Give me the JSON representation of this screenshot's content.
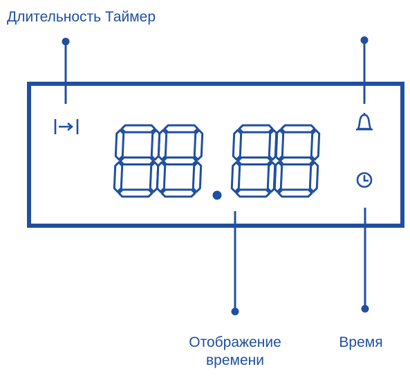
{
  "labels": {
    "duration_timer": "Длительность Таймер",
    "time_display_line1": "Отображение",
    "time_display_line2": "времени",
    "time": "Время"
  },
  "display": {
    "digits": [
      "8",
      "8",
      "8",
      "8"
    ],
    "separator": "."
  },
  "icons": {
    "duration": "duration-arrow-icon",
    "timer": "bell-icon",
    "clock": "clock-icon"
  },
  "colors": {
    "frame": "#1f4fa0",
    "segment": "#1f4fa0",
    "label": "#1f4fa0",
    "background": "#ffffff"
  }
}
